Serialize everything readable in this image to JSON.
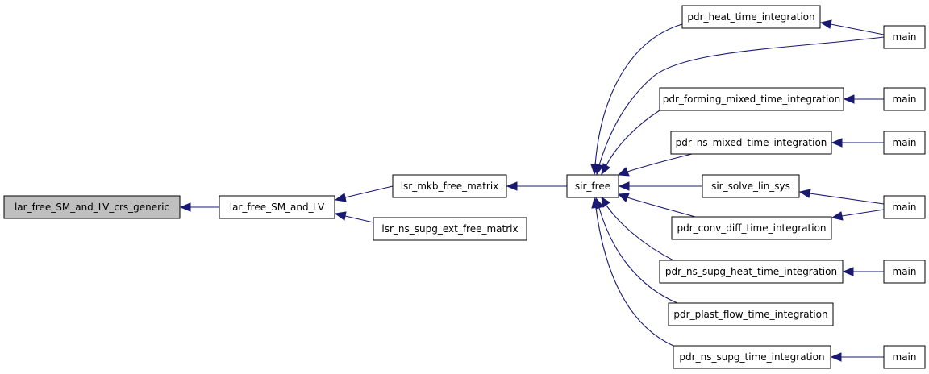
{
  "graph": {
    "nodes": [
      {
        "id": "n0",
        "label": "lar_free_SM_and_LV_crs_generic",
        "current": true
      },
      {
        "id": "n1",
        "label": "lar_free_SM_and_LV"
      },
      {
        "id": "n2",
        "label": "lsr_mkb_free_matrix"
      },
      {
        "id": "n3",
        "label": "lsr_ns_supg_ext_free_matrix"
      },
      {
        "id": "n4",
        "label": "sir_free"
      },
      {
        "id": "n5",
        "label": "pdr_heat_time_integration"
      },
      {
        "id": "n6",
        "label": "pdr_forming_mixed_time_integration"
      },
      {
        "id": "n7",
        "label": "pdr_ns_mixed_time_integration"
      },
      {
        "id": "n8",
        "label": "sir_solve_lin_sys"
      },
      {
        "id": "n9",
        "label": "pdr_conv_diff_time_integration"
      },
      {
        "id": "n10",
        "label": "pdr_ns_supg_heat_time_integration"
      },
      {
        "id": "n11",
        "label": "pdr_plast_flow_time_integration"
      },
      {
        "id": "n12",
        "label": "pdr_ns_supg_time_integration"
      },
      {
        "id": "n13",
        "label": "main"
      },
      {
        "id": "n14",
        "label": "main"
      },
      {
        "id": "n15",
        "label": "main"
      },
      {
        "id": "n16",
        "label": "main"
      },
      {
        "id": "n17",
        "label": "main"
      },
      {
        "id": "n18",
        "label": "main"
      }
    ],
    "edges": [
      {
        "from": "n1",
        "to": "n0"
      },
      {
        "from": "n2",
        "to": "n1"
      },
      {
        "from": "n3",
        "to": "n1"
      },
      {
        "from": "n4",
        "to": "n2"
      },
      {
        "from": "n5",
        "to": "n4"
      },
      {
        "from": "n13",
        "to": "n4"
      },
      {
        "from": "n6",
        "to": "n4"
      },
      {
        "from": "n7",
        "to": "n4"
      },
      {
        "from": "n8",
        "to": "n4"
      },
      {
        "from": "n9",
        "to": "n4"
      },
      {
        "from": "n10",
        "to": "n4"
      },
      {
        "from": "n11",
        "to": "n4"
      },
      {
        "from": "n12",
        "to": "n4"
      },
      {
        "from": "n13",
        "to": "n5"
      },
      {
        "from": "n14",
        "to": "n6"
      },
      {
        "from": "n15",
        "to": "n7"
      },
      {
        "from": "n16",
        "to": "n8"
      },
      {
        "from": "n16",
        "to": "n9"
      },
      {
        "from": "n17",
        "to": "n10"
      },
      {
        "from": "n18",
        "to": "n12"
      }
    ]
  }
}
